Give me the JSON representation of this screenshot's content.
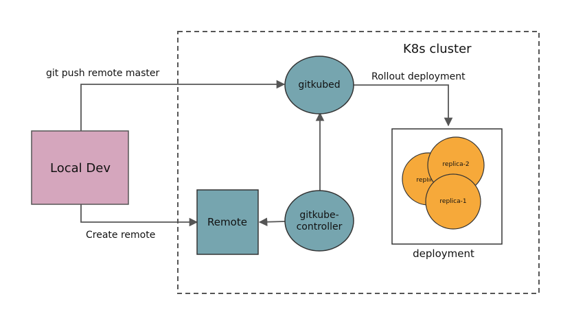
{
  "diagram": {
    "cluster_label": "K8s cluster",
    "nodes": {
      "local_dev": "Local Dev",
      "gitkubed": "gitkubed",
      "controller_line1": "gitkube-",
      "controller_line2": "controller",
      "remote": "Remote",
      "deployment": "deployment",
      "replica_0": "replica-0",
      "replica_2": "replica-2",
      "replica_1": "replica-1"
    },
    "edges": {
      "git_push": "git push remote master",
      "create_remote": "Create remote",
      "rollout": "Rollout deployment"
    },
    "colors": {
      "local_dev_fill": "#d5a6bd",
      "teal_fill": "#76a5af",
      "replica_fill": "#f6a93a",
      "stroke": "#444444"
    }
  }
}
